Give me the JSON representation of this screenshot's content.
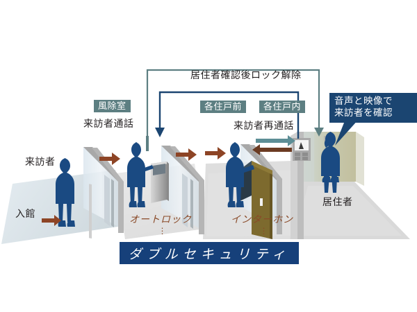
{
  "diagram": {
    "title": "ダブルセキュリティ",
    "banner_label": "ダブルセキュリティ",
    "room_tags": [
      {
        "id": "vestibule",
        "label": "風除室"
      },
      {
        "id": "dwelling-front",
        "label": "各住戸前"
      },
      {
        "id": "dwelling-inside",
        "label": "各住戸内"
      }
    ],
    "captions": {
      "visitor": "来訪者",
      "enter_building": "入館",
      "visitor_call": "来訪者通話",
      "visitor_recall": "来訪者再通話",
      "unlock_after_check": "居住者確認後ロック解除",
      "resident": "居住者"
    },
    "systems": [
      {
        "id": "auto-lock",
        "label": "オートロック",
        "dots": "⋮"
      },
      {
        "id": "intercom",
        "label": "インターホン",
        "dots": "⋮"
      }
    ],
    "callout": {
      "line1": "音声と映像で",
      "line2": "来訪者を確認"
    },
    "flow_arrows": [
      {
        "id": "enter-1",
        "direction": "right",
        "color": "#8d4425"
      },
      {
        "id": "enter-2",
        "direction": "right",
        "color": "#8d4425"
      },
      {
        "id": "enter-3",
        "direction": "right",
        "color": "#8d4425"
      },
      {
        "id": "entry-marker",
        "direction": "right",
        "color": "#8d4425"
      },
      {
        "id": "video-to-resident",
        "direction": "right",
        "color": "#5d8e96"
      },
      {
        "id": "audio-from-resident",
        "direction": "left",
        "color": "#6b3b22"
      }
    ],
    "connectors": [
      {
        "id": "unlock-connector",
        "color": "#5d7f82",
        "label": "居住者確認後ロック解除"
      },
      {
        "id": "recall-connector",
        "color": "#1b4571",
        "label": "来訪者再通話"
      }
    ],
    "colors": {
      "navy_figure": "#1a4a82",
      "chip_bg": "#5d7f82",
      "banner_bg": "#16407a",
      "callout_bg": "#1b4571",
      "brown_arrow": "#8d4425",
      "teal_line": "#5d7f82",
      "navy_line": "#1b4571",
      "system_text": "#8a4a28",
      "floor_entry": "#dfe7ec",
      "floor_mid": "#e0e0e0",
      "floor_right": "#dcdcdc",
      "wall_resident": "#c9c6a8",
      "door_wood": "#7d6a2e"
    }
  }
}
